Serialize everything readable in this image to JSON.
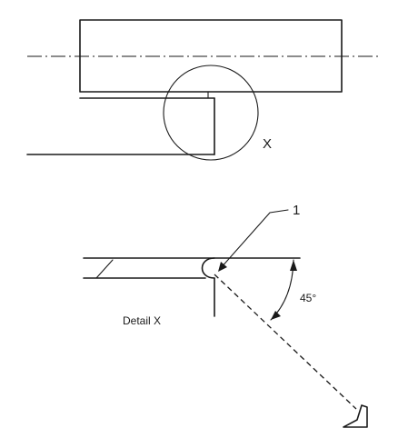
{
  "labels": {
    "detail_marker": "X",
    "callout_number": "1",
    "angle": "45°",
    "detail_caption": "Detail X"
  },
  "colors": {
    "ink": "#1a1a1a",
    "background": "#ffffff"
  }
}
